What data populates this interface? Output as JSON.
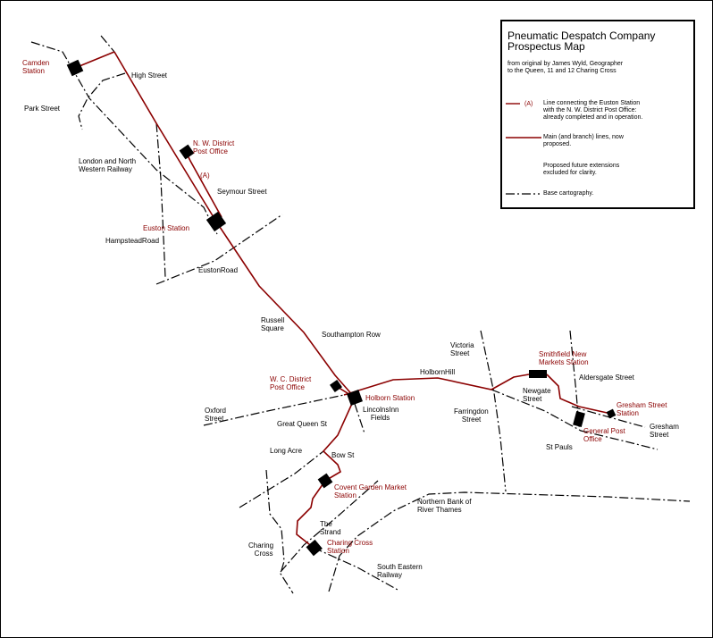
{
  "legend": {
    "title": "Pneumatic Despatch Company\nProspectus Map",
    "subtitle": "from original by James Wyld, Geographer\nto the Queen, 11 and 12 Charing Cross",
    "entries": [
      {
        "marker": "(A)",
        "text": "Line connecting the Euston Station\nwith the N. W. District Post Office:\nalready completed and in operation."
      },
      {
        "text": "Main (and branch) lines, now\nproposed."
      },
      {
        "text": "Proposed future extensions\nexcluded for clarity."
      },
      {
        "text": "Base cartography."
      }
    ]
  },
  "stations": {
    "camden": "Camden\nStation",
    "nw_post": "N. W. District\nPost Office",
    "euston": "Euston Station",
    "wc_post": "W. C. District\nPost Office",
    "holborn": "Holborn Station",
    "covent": "Covent Garden Market\nStation",
    "charing": "Charing Cross\nStation",
    "smithfield": "Smithfield New\nMarkets Station",
    "gresham": "Gresham Street\nStation",
    "gpo": "General Post\nOffice"
  },
  "line_marker": "(A)",
  "streets": {
    "high_street": "High Street",
    "park_street": "Park Street",
    "lnwr": "London and North\nWestern Railway",
    "seymour": "Seymour Street",
    "hampstead": "HampsteadRoad",
    "euston_road": "EustonRoad",
    "russell": "Russell\nSquare",
    "southampton": "Southampton Row",
    "oxford": "Oxford\nStreet",
    "great_queen": "Great Queen St",
    "lincolns": "LincolnsInn\n    Fields",
    "long_acre": "Long Acre",
    "bow": "Bow St",
    "strand": "The\nStrand",
    "charing_cross": "Charing\n   Cross",
    "south_eastern": "South Eastern\nRailway",
    "thames": "Northern Bank of\nRiver Thames",
    "victoria": "Victoria\nStreet",
    "holborn_hill": "HolbornHill",
    "farringdon": "Farringdon\n    Street",
    "newgate": "Newgate\nStreet",
    "aldersgate": "Aldersgate Street",
    "gresham_street": "Gresham\nStreet",
    "st_pauls": "St Pauls"
  },
  "colors": {
    "line": "#8b0000",
    "base": "#000000"
  }
}
